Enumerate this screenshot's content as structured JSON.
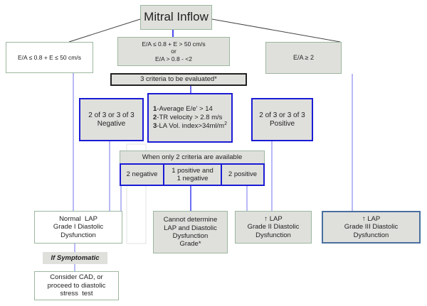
{
  "root": {
    "title": "Mitral Inflow"
  },
  "branches": {
    "left": "E/A ≤ 0.8 + E ≤ 50 cm/s",
    "middle": {
      "line1": "E/A ≤ 0.8 + E > 50 cm/s",
      "line2": "or",
      "line3": "E/A > 0.8 - <2"
    },
    "right": "E/A ≥ 2"
  },
  "criteria_header": "3 criteria to be evaluated*",
  "criteria": [
    {
      "num": "1",
      "text": "-Average E/e' > 14"
    },
    {
      "num": "2",
      "text": "-TR velocity > 2.8 m/s"
    },
    {
      "num": "3",
      "text": "-LA Vol. index>34ml/m",
      "sup": "2"
    }
  ],
  "negative_box": {
    "line1": "2 of 3 or 3 of 3",
    "line2": "Negative"
  },
  "positive_box": {
    "line1": "2 of 3 or 3 of 3",
    "line2": "Positive"
  },
  "two_criteria": {
    "header": "When only 2 criteria are available",
    "options": [
      {
        "line1": "2 negative"
      },
      {
        "line1": "1 positive and",
        "line2": "1 negative"
      },
      {
        "line1": "2 positive"
      }
    ]
  },
  "outcomes": {
    "normal": {
      "line1": "Normal  LAP",
      "line2": "Grade I Diastolic",
      "line3": "Dysfunction"
    },
    "symptomatic": "If Symptomatic",
    "consider": {
      "line1": "Consider CAD, or",
      "line2": "proceed to diastolic",
      "line3": "stress  test"
    },
    "indeterminate": {
      "line1": "Cannot determine",
      "line2": "LAP and Diastolic",
      "line3": "Dysfunction",
      "line4": "Grade*"
    },
    "grade2": {
      "arrow": "↑",
      "line1": " LAP",
      "line2": "Grade II Diastolic",
      "line3": "Dysfunction"
    },
    "grade3": {
      "arrow": "↑",
      "line1": " LAP",
      "line2": "Grade III Diastolic",
      "line3": "Dysfunction"
    }
  },
  "colors": {
    "box_fill": "#dfe0dc",
    "blue_border": "#1b1bd6",
    "connector_blue": "#7d7df0",
    "green_border": "#9cb79f"
  }
}
